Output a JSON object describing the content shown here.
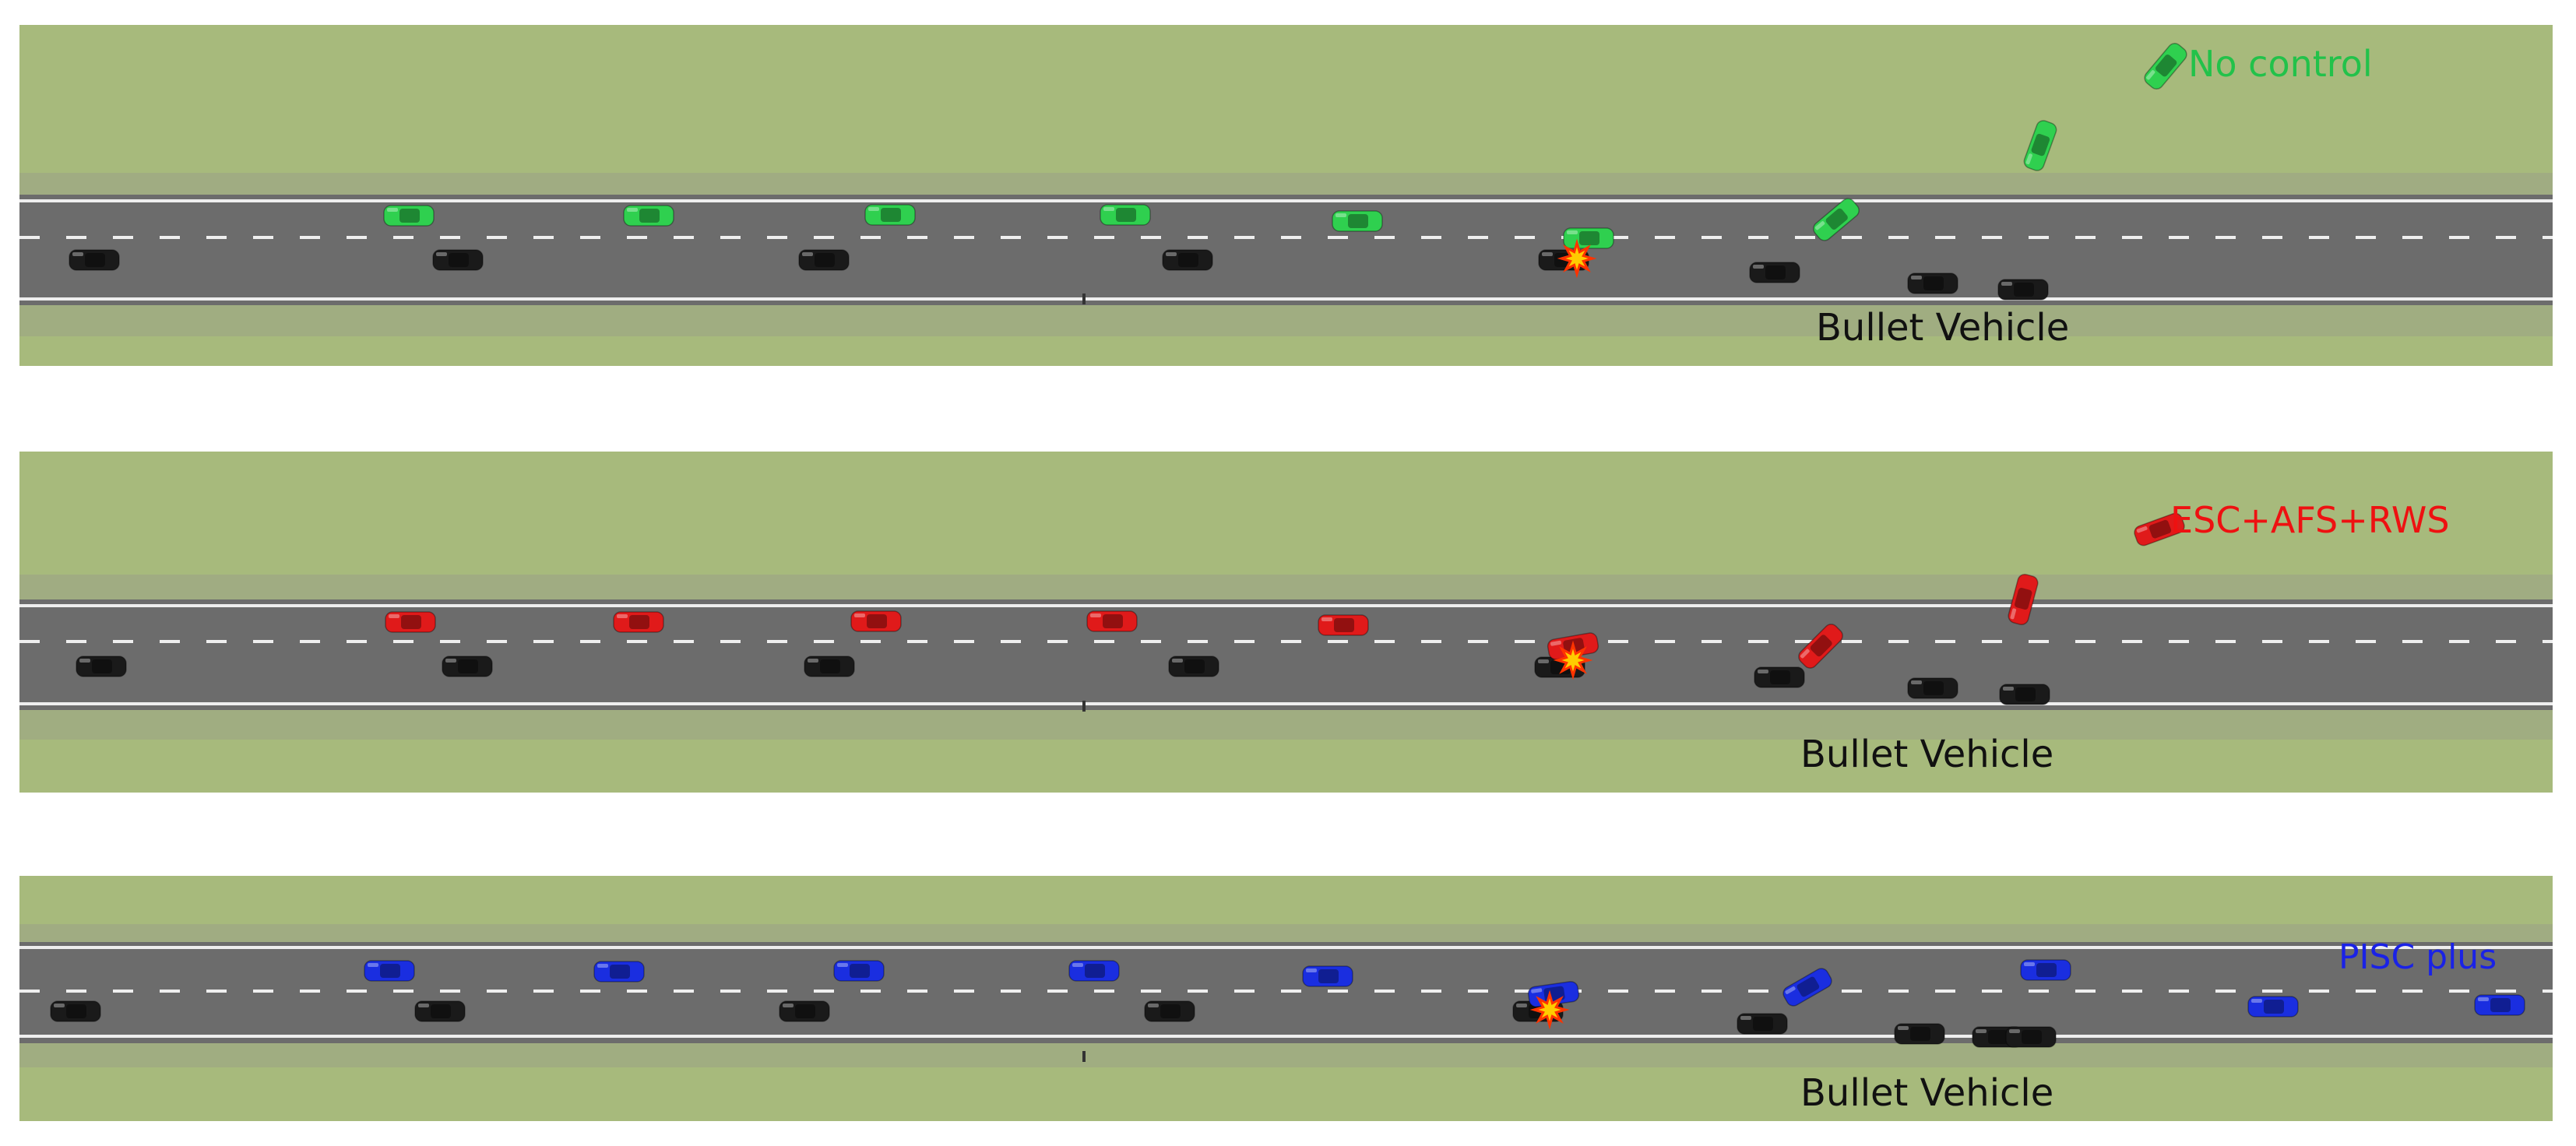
{
  "panels": [
    {
      "id": "no-control",
      "label": "No control",
      "bullet_label": "Bullet Vehicle",
      "color": "#2fd04f",
      "label_color": "#22c24a"
    },
    {
      "id": "esc-afs-rws",
      "label": "ESC+AFS+RWS",
      "bullet_label": "Bullet Vehicle",
      "color": "#e01a1a",
      "label_color": "#ee1111"
    },
    {
      "id": "pisc-plus",
      "label": "PISC plus",
      "bullet_label": "Bullet Vehicle",
      "color": "#1a2ee0",
      "label_color": "#1a22e6"
    }
  ],
  "colors": {
    "grass": "#a3b878",
    "road": "#6e6e6e",
    "lane_marking": "#f2f2f2",
    "bullet_vehicle": "#1a1a1a",
    "collision": "#ffcc00"
  },
  "icons": [
    "car-icon",
    "collision-burst-icon"
  ]
}
